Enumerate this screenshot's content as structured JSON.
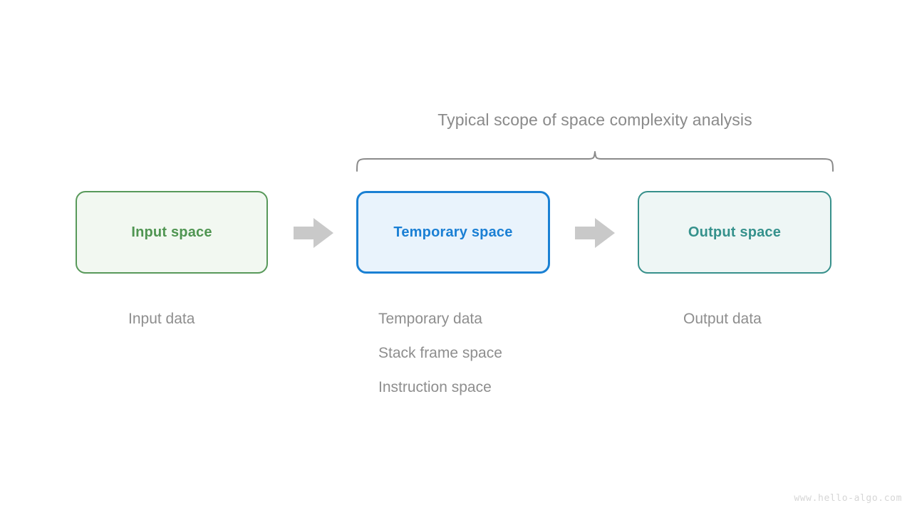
{
  "diagram": {
    "title": "Typical scope of space complexity analysis",
    "watermark": "www.hello-algo.com",
    "colors": {
      "input_border": "#58995a",
      "input_fill": "#f2f8f1",
      "input_text": "#4f9551",
      "temporary_border": "#1a80d3",
      "temporary_fill": "#e9f3fc",
      "temporary_text": "#1a7fd4",
      "output_border": "#37908b",
      "output_fill": "#eef6f5",
      "output_text": "#35918c",
      "arrow": "#c9c9c9",
      "brace": "#8a8a8a",
      "caption_text": "#8e8e8e"
    },
    "boxes": [
      {
        "id": "input",
        "label": "Input space"
      },
      {
        "id": "temporary",
        "label": "Temporary space"
      },
      {
        "id": "output",
        "label": "Output space"
      }
    ],
    "arrows": [
      {
        "id": "arrow-1",
        "from": "input",
        "to": "temporary",
        "glyph": "block-arrow-right"
      },
      {
        "id": "arrow-2",
        "from": "temporary",
        "to": "output",
        "glyph": "block-arrow-right"
      }
    ],
    "captions": {
      "input": [
        "Input data"
      ],
      "temporary": [
        "Temporary data",
        "Stack frame space",
        "Instruction space"
      ],
      "output": [
        "Output data"
      ]
    }
  }
}
